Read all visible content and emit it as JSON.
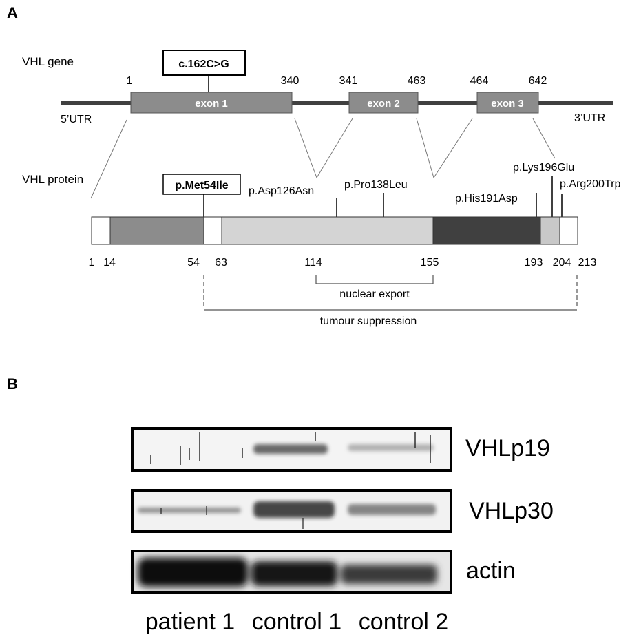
{
  "panel_a": {
    "letter": "A",
    "gene": {
      "title": "VHL gene",
      "mutation": "c.162C>G",
      "utr5": "5’UTR",
      "utr3": "3’UTR",
      "exons": [
        {
          "label": "exon 1",
          "start": "1",
          "end": "340"
        },
        {
          "label": "exon 2",
          "start": "341",
          "end": "463"
        },
        {
          "label": "exon 3",
          "start": "464",
          "end": "642"
        }
      ]
    },
    "protein": {
      "title": "VHL protein",
      "mutation": "p.Met54Ile",
      "variants": [
        "p.Asp126Asn",
        "p.Pro138Leu",
        "p.His191Asp",
        "p.Lys196Glu",
        "p.Arg200Trp"
      ],
      "positions": [
        "1",
        "14",
        "54",
        "63",
        "114",
        "155",
        "193",
        "204",
        "213"
      ],
      "domains": {
        "nuclear_export": "nuclear export",
        "tumour_suppression": "tumour suppression"
      }
    }
  },
  "panel_b": {
    "letter": "B",
    "blots": [
      "VHLp19",
      "VHLp30",
      "actin"
    ],
    "lanes": [
      "patient 1",
      "control 1",
      "control 2"
    ]
  },
  "colors": {
    "gene_line": "#404040",
    "exon_fill": "#8c8c8c",
    "domain_dark": "#404040",
    "domain_medium": "#8c8c8c",
    "domain_light": "#d4d4d4"
  }
}
